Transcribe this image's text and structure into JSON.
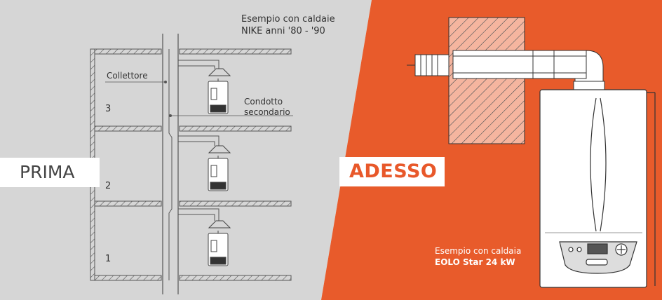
{
  "left_panel": {
    "header_line1": "Esempio con caldaie",
    "header_line2": "NIKE anni '80 - '90",
    "label_collettore": "Collettore",
    "label_condotto_line1": "Condotto",
    "label_condotto_line2": "secondario",
    "floors": [
      "3",
      "2",
      "1"
    ],
    "tag": "PRIMA"
  },
  "right_panel": {
    "tag": "ADESSO",
    "caption_line1": "Esempio con caldaia",
    "caption_line2": "EOLO Star 24 kW"
  },
  "colors": {
    "left_bg": "#d6d6d6",
    "right_bg": "#e85b2b",
    "line": "#555555"
  }
}
